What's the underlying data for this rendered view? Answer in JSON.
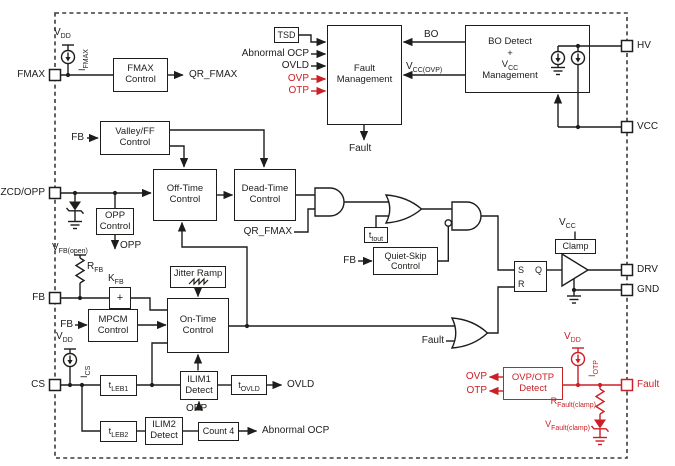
{
  "colors": {
    "red": "#cb2026",
    "ink": "#1d1d1b"
  },
  "pins": {
    "fmax": "FMAX",
    "zcd_opp": "ZCD/OPP",
    "fb": "FB",
    "cs": "CS",
    "hv": "HV",
    "vcc": "VCC",
    "drv": "DRV",
    "gnd": "GND",
    "fault": "Fault"
  },
  "blocks": {
    "fmax_control": "FMAX\nControl",
    "valley_ff": "Valley/FF\nControl",
    "off_time": "Off-Time\nControl",
    "dead_time": "Dead-Time\nControl",
    "opp_control": "OPP\nControl",
    "jitter_ramp": "Jitter Ramp",
    "on_time": "On-Time\nControl",
    "mpcm": "MPCM\nControl",
    "quiet_skip": "Quiet-Skip\nControl",
    "fault_mgmt": "Fault\nManagement",
    "tsd": "TSD",
    "clamp": "Clamp",
    "count4": "Count 4",
    "ilim1": "ILIM1\nDetect",
    "ilim2": "ILIM2\nDetect",
    "ovp_otp": "OVP/OTP\nDetect",
    "kfb_symbol": "+",
    "bo_detect": {
      "line1": "BO Detect",
      "plus": "+",
      "vcc_base": "V",
      "vcc_sub": "CC",
      "line4": "Management"
    },
    "latch": {
      "s": "S",
      "q": "Q",
      "r": "R"
    }
  },
  "signals": {
    "qr_fmax": "QR_FMAX",
    "fb": "FB",
    "opp": "OPP",
    "ovld": "OVLD",
    "abnormal_ocp": "Abnormal OCP",
    "ovp": "OVP",
    "otp": "OTP",
    "fault": "Fault",
    "bo": "BO",
    "vdd": {
      "base": "V",
      "sub": "DD"
    },
    "vcc": {
      "base": "V",
      "sub": "CC"
    },
    "vcc_ovp": {
      "base": "V",
      "sub": "CC(OVP)"
    },
    "vfb_open": {
      "base": "V",
      "sub": "FB(open)"
    },
    "rfb": {
      "base": "R",
      "sub": "FB"
    },
    "kfb": {
      "base": "K",
      "sub": "FB"
    },
    "ifmax": {
      "base": "I",
      "sub": "FMAX"
    },
    "ics": {
      "base": "I",
      "sub": "CS"
    },
    "iotp": {
      "base": "I",
      "sub": "OTP"
    },
    "tleb1": {
      "base": "t",
      "sub": "LEB1"
    },
    "tleb2": {
      "base": "t",
      "sub": "LEB2"
    },
    "tovld": {
      "base": "t",
      "sub": "OVLD"
    },
    "ttout": {
      "base": "t",
      "sub": "tout"
    },
    "rfault_clamp": {
      "base": "R",
      "sub": "Fault(clamp)"
    },
    "vfault_clamp": {
      "base": "V",
      "sub": "Fault(clamp)"
    }
  }
}
